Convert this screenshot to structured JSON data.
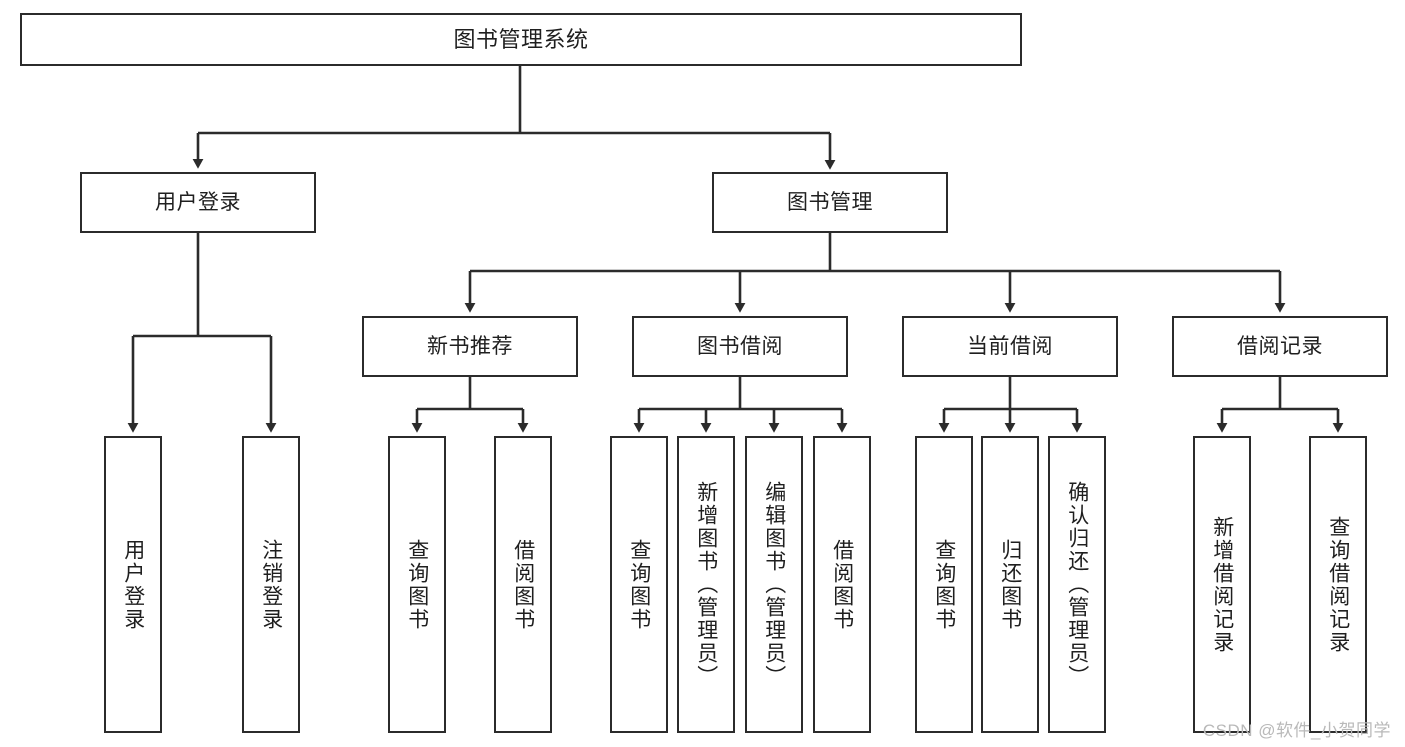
{
  "diagram": {
    "title": "图书管理系统",
    "root": {
      "label": "图书管理系统"
    },
    "level2": [
      {
        "label": "用户登录"
      },
      {
        "label": "图书管理"
      }
    ],
    "level3": [
      {
        "label": "新书推荐"
      },
      {
        "label": "图书借阅"
      },
      {
        "label": "当前借阅"
      },
      {
        "label": "借阅记录"
      }
    ],
    "leaves": {
      "user_login": [
        {
          "label": "用户登录"
        },
        {
          "label": "注销登录"
        }
      ],
      "new_book_recommend": [
        {
          "label": "查询图书"
        },
        {
          "label": "借阅图书"
        }
      ],
      "book_borrow": [
        {
          "label": "查询图书"
        },
        {
          "label": "新增图书（管理员）"
        },
        {
          "label": "编辑图书（管理员）"
        },
        {
          "label": "借阅图书"
        }
      ],
      "current_borrow": [
        {
          "label": "查询图书"
        },
        {
          "label": "归还图书"
        },
        {
          "label": "确认归还（管理员）"
        }
      ],
      "borrow_record": [
        {
          "label": "新增借阅记录"
        },
        {
          "label": "查询借阅记录"
        }
      ]
    }
  },
  "watermark": {
    "text": "CSDN @软件_小贺同学"
  },
  "colors": {
    "stroke": "#2b2b2b",
    "fill": "#ffffff",
    "text": "#1f1f1f",
    "watermark": "#b9b9b9"
  }
}
